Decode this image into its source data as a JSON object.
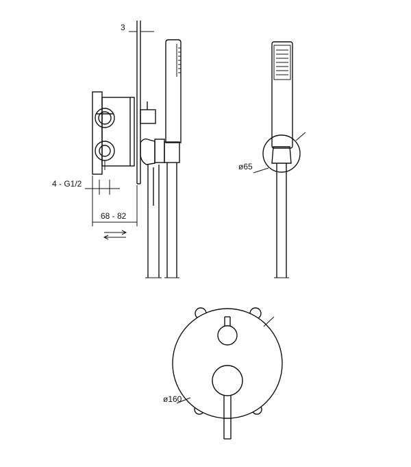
{
  "colors": {
    "line": "#111111",
    "background": "#ffffff"
  },
  "dimensions": {
    "wall_cover_thickness": "3",
    "connections": "4 - G1/2",
    "install_depth": "68 - 82",
    "holder_diameter": "ø65",
    "plate_diameter": "ø160"
  }
}
